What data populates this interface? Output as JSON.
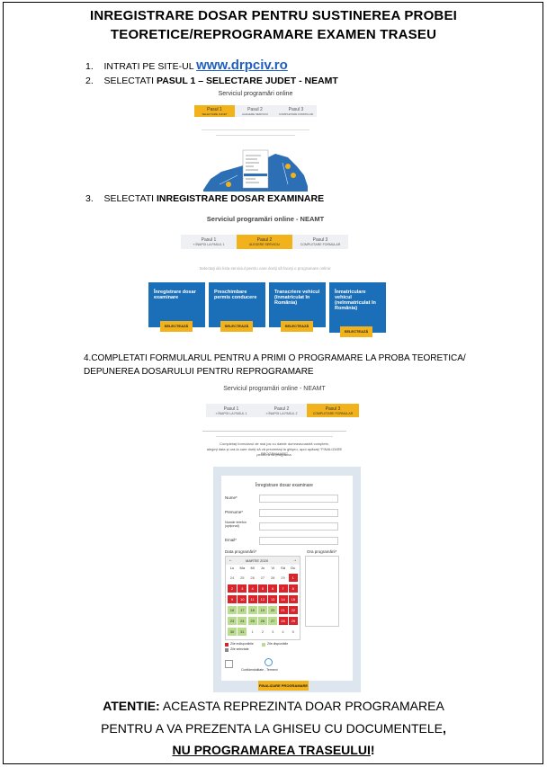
{
  "title": {
    "line1": "INREGISTRARE DOSAR PENTRU SUSTINEREA PROBEI",
    "line2": "TEORETICE/REPROGRAMARE EXAMEN TRASEU"
  },
  "steps": {
    "s1_num": "1.",
    "s1_text": "INTRATI PE SITE-UL",
    "s1_url": "www.drpciv.ro",
    "s2_num": "2.",
    "s2_text": "SELECTATI",
    "s2_bold": "PASUL 1 – SELECTARE JUDET - NEAMT",
    "s3_num": "3.",
    "s3_text": "SELECTATI",
    "s3_bold": "INREGISTRARE DOSAR EXAMINARE",
    "s4_line1": "4.COMPLETATI FORMULARUL PENTRU A PRIMI O PROGRAMARE LA PROBA TEORETICA/",
    "s4_line2": "DEPUNEREA DOSARULUI PENTRU REPROGRAMARE"
  },
  "shot1": {
    "title": "Serviciul programări online",
    "crumbs": [
      {
        "label": "Pasul 1",
        "sub": "SELECTARE JUDET"
      },
      {
        "label": "Pasul 2",
        "sub": "ALEGERE SERVICIU"
      },
      {
        "label": "Pasul 3",
        "sub": "COMPLETARE FORMULAR"
      }
    ]
  },
  "shot2": {
    "title": "Serviciul programări online - NEAMT",
    "crumbs": [
      {
        "label": "Pasul 1",
        "sub": "« ÎNAPOI LA PASUL 1"
      },
      {
        "label": "Pasul 2",
        "sub": "ALEGERE SERVICIU"
      },
      {
        "label": "Pasul 3",
        "sub": "COMPLETARE FORMULAR"
      }
    ],
    "subtitle": "Selectaţi din lista serviciul pentru care doriţi să faceţi o programare online:",
    "tiles": [
      {
        "label": "Înregistrare dosar examinare",
        "btn": "SELECTEAZĂ"
      },
      {
        "label": "Preschimbare permis conducere",
        "btn": "SELECTEAZĂ"
      },
      {
        "label": "Transcriere vehicul (înmatriculat în România)",
        "btn": "SELECTEAZĂ"
      },
      {
        "label": "Înmatriculare vehicul (neînmatriculat în România)",
        "btn": "SELECTEAZĂ"
      }
    ]
  },
  "shot3": {
    "title": "Serviciul programări online - NEAMT",
    "crumbs": [
      {
        "label": "Pasul 1",
        "sub": "« ÎNAPOI LA PASUL 1"
      },
      {
        "label": "Pasul 2",
        "sub": "« ÎNAPOI LA PASUL 2"
      },
      {
        "label": "Pasul 3",
        "sub": "COMPLETARE FORMULAR"
      }
    ],
    "info1": "Completaţi formularul de mai jos cu datele dumneavoastră complete,",
    "info2": "alegeţi data şi ora la care doriţi să vă prezentaţi la ghişeu, apoi apăsaţi \"FINALIZARE PROGRAMARE\"",
    "info3": "pentru a vă programa.",
    "form": {
      "heading": "Înregistrare dosar examinare",
      "nume": "Nume*",
      "prenume": "Prenume*",
      "telefon": "Număr telefon (opţional)",
      "email": "Email*",
      "data": "Data programării*",
      "ora": "Ora programării*",
      "month": "MARTIE 2020",
      "weekdays": [
        "Lu",
        "Ma",
        "Mi",
        "Jo",
        "Vi",
        "Sâ",
        "Du"
      ],
      "legend1": "Zile indisponibile",
      "legend2": "Zile disponibile",
      "legend3": "Zile selectate",
      "captcha": "Confidențialitate - Termeni",
      "submit": "FINALIZARE PROGRAMARE"
    }
  },
  "warning": {
    "bold": "ATENTIE:",
    "line1": " ACEASTA REPREZINTA DOAR PROGRAMAREA",
    "line2a": "PENTRU A VA PREZENTA LA GHISEU CU DOCUMENTELE",
    "line2b": ",",
    "line3": "NU PROGRAMAREA TRASEULUI",
    "line3end": "!"
  },
  "colors": {
    "accent": "#f2b21b",
    "tile_blue": "#1a6fb8",
    "link_blue": "#1f5fbf",
    "cal_red": "#d9242b",
    "cal_green": "#b9dc8e"
  }
}
